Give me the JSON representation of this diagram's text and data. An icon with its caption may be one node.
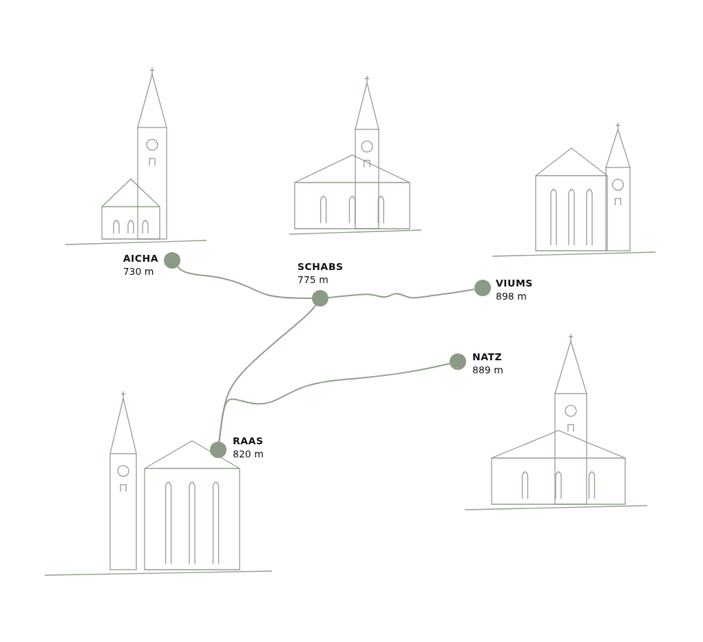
{
  "diagram": {
    "nodes": [
      {
        "text": [
          "AICHA",
          "730 m"
        ]
      },
      {
        "text": [
          "SCHABS",
          "775 m"
        ]
      },
      {
        "text": [
          "VIUMS",
          "898 m"
        ]
      },
      {
        "text": [
          "NATZ",
          "889 m"
        ]
      },
      {
        "text": [
          "RAAS",
          "820 m"
        ]
      }
    ],
    "edges": [
      {
        "from": 0,
        "to": 1,
        "arrow": "none"
      },
      {
        "from": 1,
        "to": 2,
        "arrow": "none"
      },
      {
        "from": 1,
        "to": 4,
        "arrow": "none"
      },
      {
        "from": 3,
        "to": 4,
        "arrow": "none"
      }
    ]
  }
}
